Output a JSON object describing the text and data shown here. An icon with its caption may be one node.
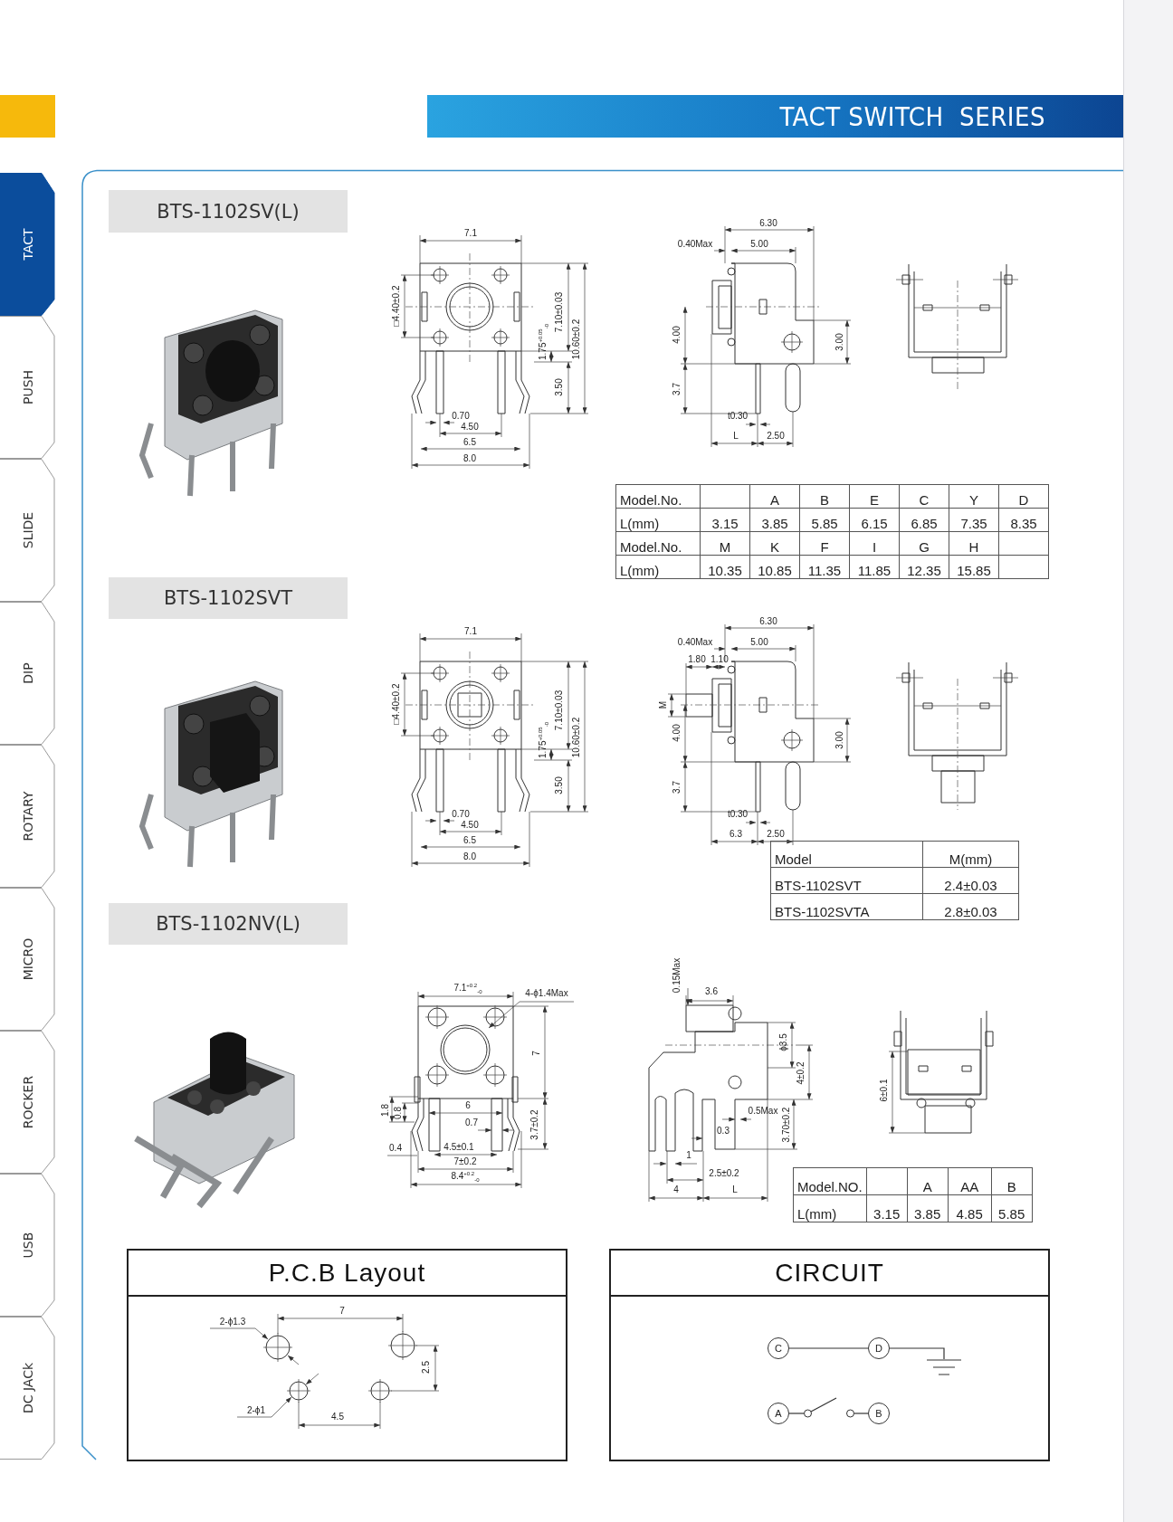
{
  "diagram": {
    "title": "TACT SWITCH  SERIES",
    "nodes": [
      {
        "text": [
          "TACT"
        ]
      },
      {
        "text": [
          "PUSH"
        ]
      },
      {
        "text": [
          "SLIDE"
        ]
      },
      {
        "text": [
          "DIP"
        ]
      },
      {
        "text": [
          "ROTARY"
        ]
      },
      {
        "text": [
          "MICRO"
        ]
      },
      {
        "text": [
          "ROCKER"
        ]
      },
      {
        "text": [
          "USB"
        ]
      },
      {
        "text": [
          "DC JACk"
        ]
      },
      {
        "text": [
          "BTS-1102SV(L)"
        ]
      },
      {
        "text": [
          "BTS-1102SVT"
        ]
      },
      {
        "text": [
          "BTS-1102NV(L)"
        ]
      },
      {
        "text": [
          "P.C.B Layout"
        ]
      },
      {
        "text": [
          "CIRCUIT"
        ]
      },
      {
        "text": [
          "C"
        ],
        "in": 13
      },
      {
        "text": [
          "D"
        ],
        "in": 13
      },
      {
        "text": [
          "A"
        ],
        "in": 13
      },
      {
        "text": [
          "B"
        ],
        "in": 13
      },
      {
        "text": [],
        "shape": "ground",
        "in": 13
      },
      {
        "text": [],
        "shape": "switch",
        "in": 13
      }
    ],
    "edges": [
      {
        "from": 14,
        "to": 15,
        "arrow": "none"
      },
      {
        "from": 15,
        "to": 18,
        "arrow": "none"
      },
      {
        "from": 16,
        "to": 19,
        "arrow": "none"
      },
      {
        "from": 19,
        "to": 17,
        "arrow": "none"
      }
    ],
    "labels": [
      "7.1",
      "6.30",
      "0.40Max",
      "5.00",
      "□4.40±0.2",
      "1.75$^{+0.05}$$_{-0}$",
      "7.10±0.03",
      "10.60±0.2",
      "4.00",
      "3.00",
      "3.50",
      "3.7",
      "0.70",
      "t0.30",
      "4.50",
      "L",
      "2.50",
      "6.5",
      "8.0",
      "Model.No.",
      "A",
      "B",
      "E",
      "C",
      "Y",
      "D",
      "L(mm)",
      "3.15",
      "3.85",
      "5.85",
      "6.15",
      "6.85",
      "7.35",
      "8.35",
      "Model.No.",
      "M",
      "K",
      "F",
      "I",
      "G",
      "H",
      "L(mm)",
      "10.35",
      "10.85",
      "11.35",
      "11.85",
      "12.35",
      "15.85",
      "7.1",
      "6.30",
      "0.40Max",
      "5.00",
      "1.80",
      "1.10",
      "□4.40±0.2",
      "M",
      "1.75$^{+0.05}$$_{-0}$",
      "7.10±0.03",
      "10.60±0.2",
      "4.00",
      "3.00",
      "3.50",
      "3.7",
      "0.70",
      "t0.30",
      "4.50",
      "6.3",
      "2.50",
      "6.5",
      "8.0",
      "Model",
      "M(mm)",
      "BTS-1102SVT",
      "2.4±0.03",
      "BTS-1102SVTA",
      "2.8±0.03",
      "0.15Max",
      "7.1$^{+0.2}$$_{-0}$",
      "4-ϕ1.4Max",
      "3.6",
      "ϕ3.5",
      "7",
      "4±0.2",
      "6±0.1",
      "6",
      "0.5Max",
      "1.8",
      "0.8",
      "0.7",
      "3.7±0.2",
      "3.70±0.2",
      "0.3",
      "0.4",
      "4.5±0.1",
      "1",
      "7±0.2",
      "2.5±0.2",
      "8.4$^{+0.2}$$_{-0}$",
      "4",
      "L",
      "Model.NO.",
      "A",
      "AA",
      "B",
      "L(mm)",
      "3.15",
      "3.85",
      "4.85",
      "5.85",
      "2-ϕ1.3",
      "7",
      "2.5",
      "2-ϕ1",
      "4.5"
    ]
  }
}
